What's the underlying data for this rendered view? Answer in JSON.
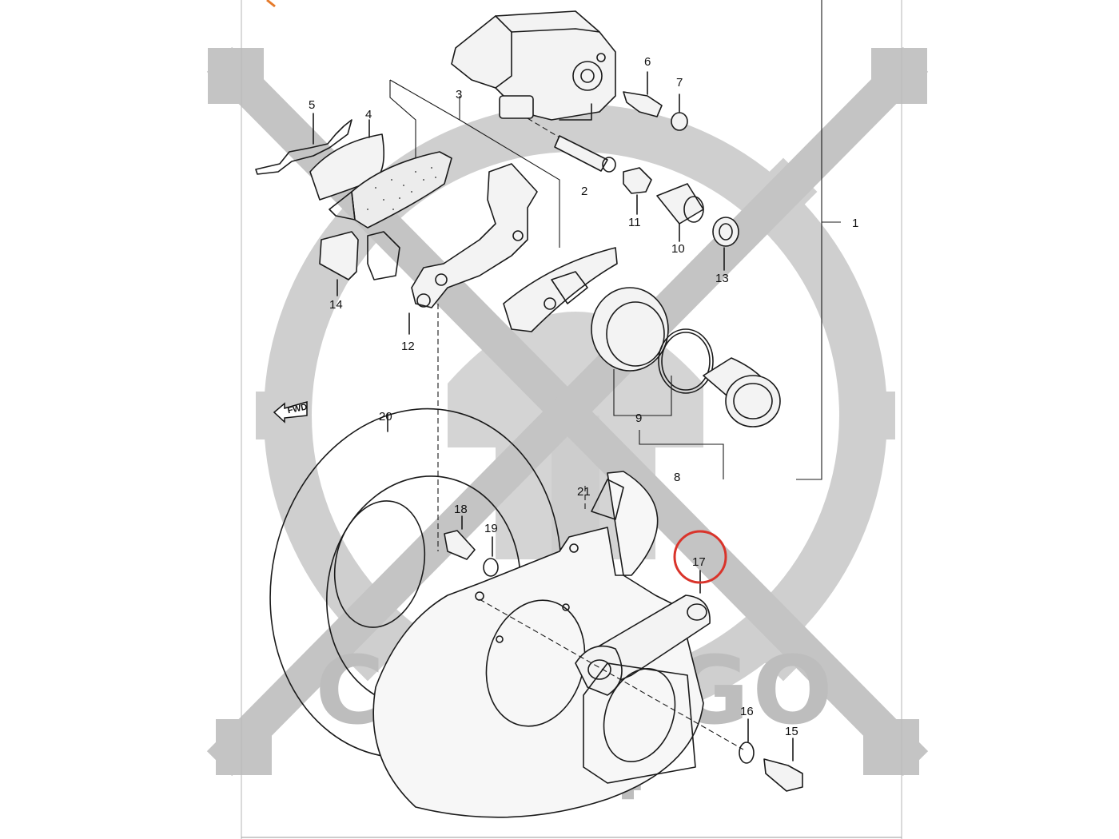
{
  "diagram": {
    "part_labels": [
      {
        "id": "1",
        "text": "1"
      },
      {
        "id": "2",
        "text": "2"
      },
      {
        "id": "3",
        "text": "3"
      },
      {
        "id": "4",
        "text": "4"
      },
      {
        "id": "5",
        "text": "5"
      },
      {
        "id": "6",
        "text": "6"
      },
      {
        "id": "7",
        "text": "7"
      },
      {
        "id": "8",
        "text": "8"
      },
      {
        "id": "9",
        "text": "9"
      },
      {
        "id": "10",
        "text": "10"
      },
      {
        "id": "11",
        "text": "11"
      },
      {
        "id": "12",
        "text": "12"
      },
      {
        "id": "13",
        "text": "13"
      },
      {
        "id": "14",
        "text": "14"
      },
      {
        "id": "15",
        "text": "15"
      },
      {
        "id": "16",
        "text": "16"
      },
      {
        "id": "17",
        "text": "17"
      },
      {
        "id": "18",
        "text": "18"
      },
      {
        "id": "19",
        "text": "19"
      },
      {
        "id": "20",
        "text": "20"
      },
      {
        "id": "21",
        "text": "21"
      }
    ],
    "fwd_arrow": "FWD",
    "highlighted_part": "17",
    "highlight_color": "#d9342b",
    "line_color": "#1a1a1a"
  },
  "watermark": {
    "brand": "CARTAGO",
    "sub": "4x4",
    "color": "#c7c7c7"
  }
}
